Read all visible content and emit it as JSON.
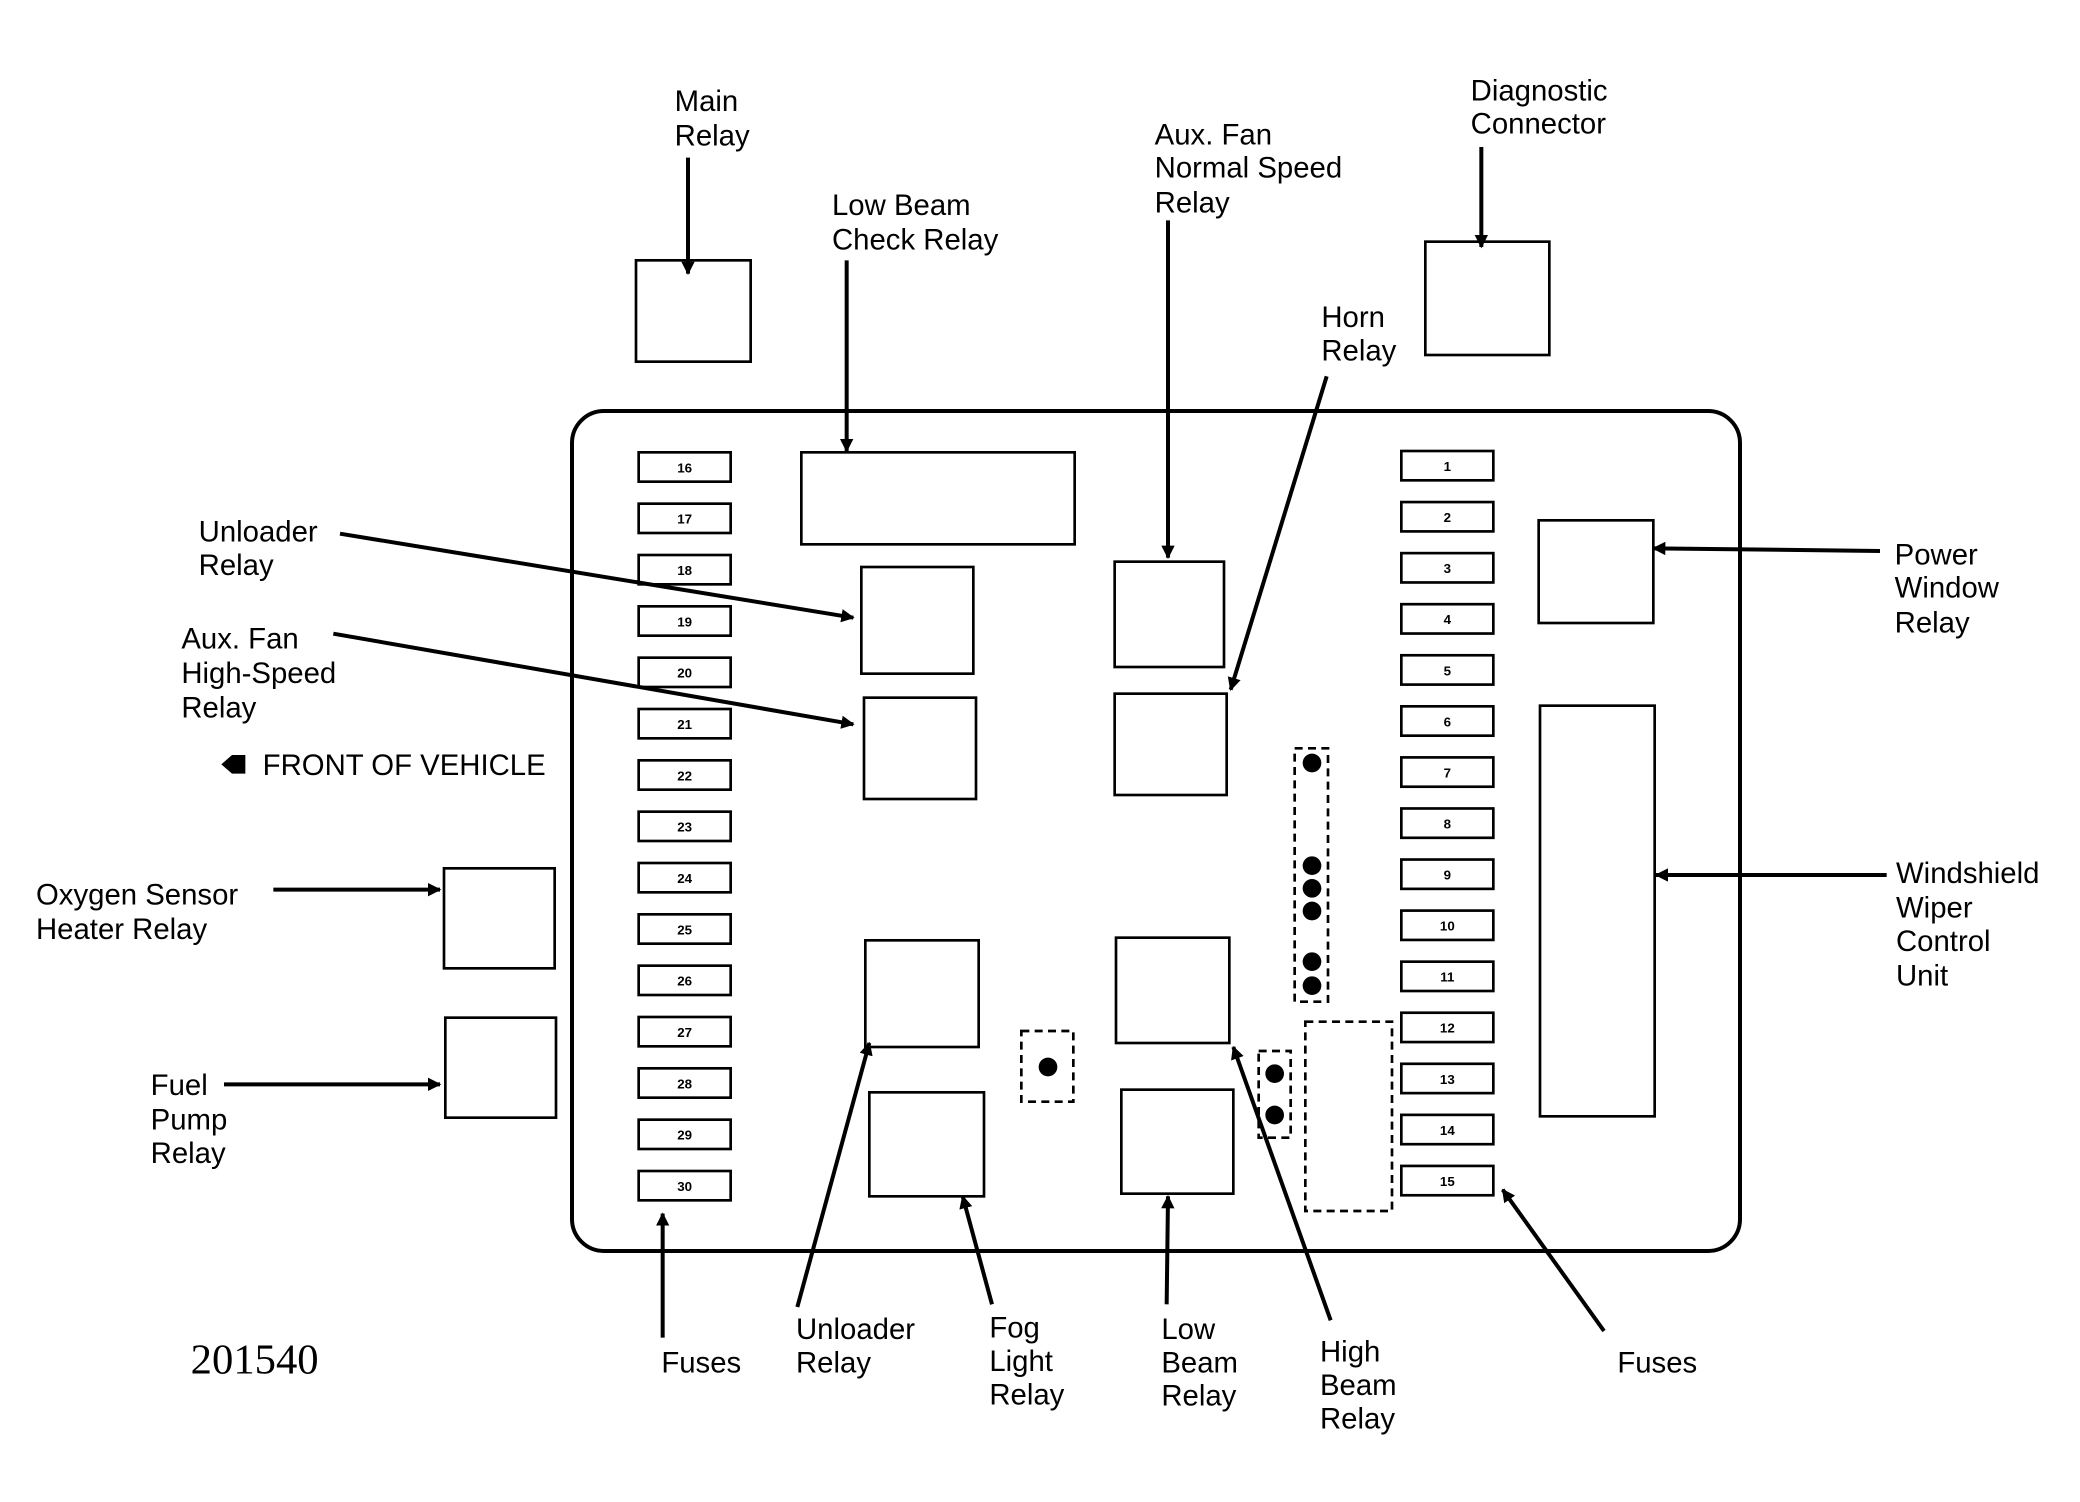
{
  "figure_number": "201540",
  "orientation_note": "FRONT OF VEHICLE",
  "colors": {
    "ink": "#000000",
    "background": "#ffffff"
  },
  "fuses_left": [
    "16",
    "17",
    "18",
    "19",
    "20",
    "21",
    "22",
    "23",
    "24",
    "25",
    "26",
    "27",
    "28",
    "29",
    "30"
  ],
  "fuses_right": [
    "1",
    "2",
    "3",
    "4",
    "5",
    "6",
    "7",
    "8",
    "9",
    "10",
    "11",
    "12",
    "13",
    "14",
    "15"
  ],
  "labels": [
    {
      "id": "main-relay",
      "lines": [
        "Main",
        "Relay"
      ]
    },
    {
      "id": "low-beam-check-relay",
      "lines": [
        "Low Beam",
        "Check Relay"
      ]
    },
    {
      "id": "aux-fan-normal-speed-relay",
      "lines": [
        "Aux. Fan",
        "Normal Speed",
        "Relay"
      ]
    },
    {
      "id": "diagnostic-connector",
      "lines": [
        "Diagnostic",
        "Connector"
      ]
    },
    {
      "id": "horn-relay",
      "lines": [
        "Horn",
        "Relay"
      ]
    },
    {
      "id": "unloader-relay-left",
      "lines": [
        "Unloader",
        "Relay"
      ]
    },
    {
      "id": "aux-fan-high-speed-relay",
      "lines": [
        "Aux. Fan",
        "High-Speed",
        "Relay"
      ]
    },
    {
      "id": "oxygen-sensor-heater-relay",
      "lines": [
        "Oxygen Sensor",
        "Heater Relay"
      ]
    },
    {
      "id": "fuel-pump-relay",
      "lines": [
        "Fuel",
        "Pump",
        "Relay"
      ]
    },
    {
      "id": "power-window-relay",
      "lines": [
        "Power",
        "Window",
        "Relay"
      ]
    },
    {
      "id": "windshield-wiper-control-unit",
      "lines": [
        "Windshield",
        "Wiper",
        "Control",
        "Unit"
      ]
    },
    {
      "id": "fuses-left",
      "lines": [
        "Fuses"
      ]
    },
    {
      "id": "unloader-relay-bottom",
      "lines": [
        "Unloader",
        "Relay"
      ]
    },
    {
      "id": "fog-light-relay",
      "lines": [
        "Fog",
        "Light",
        "Relay"
      ]
    },
    {
      "id": "low-beam-relay",
      "lines": [
        "Low",
        "Beam",
        "Relay"
      ]
    },
    {
      "id": "high-beam-relay",
      "lines": [
        "High",
        "Beam",
        "Relay"
      ]
    },
    {
      "id": "fuses-right",
      "lines": [
        "Fuses"
      ]
    }
  ]
}
